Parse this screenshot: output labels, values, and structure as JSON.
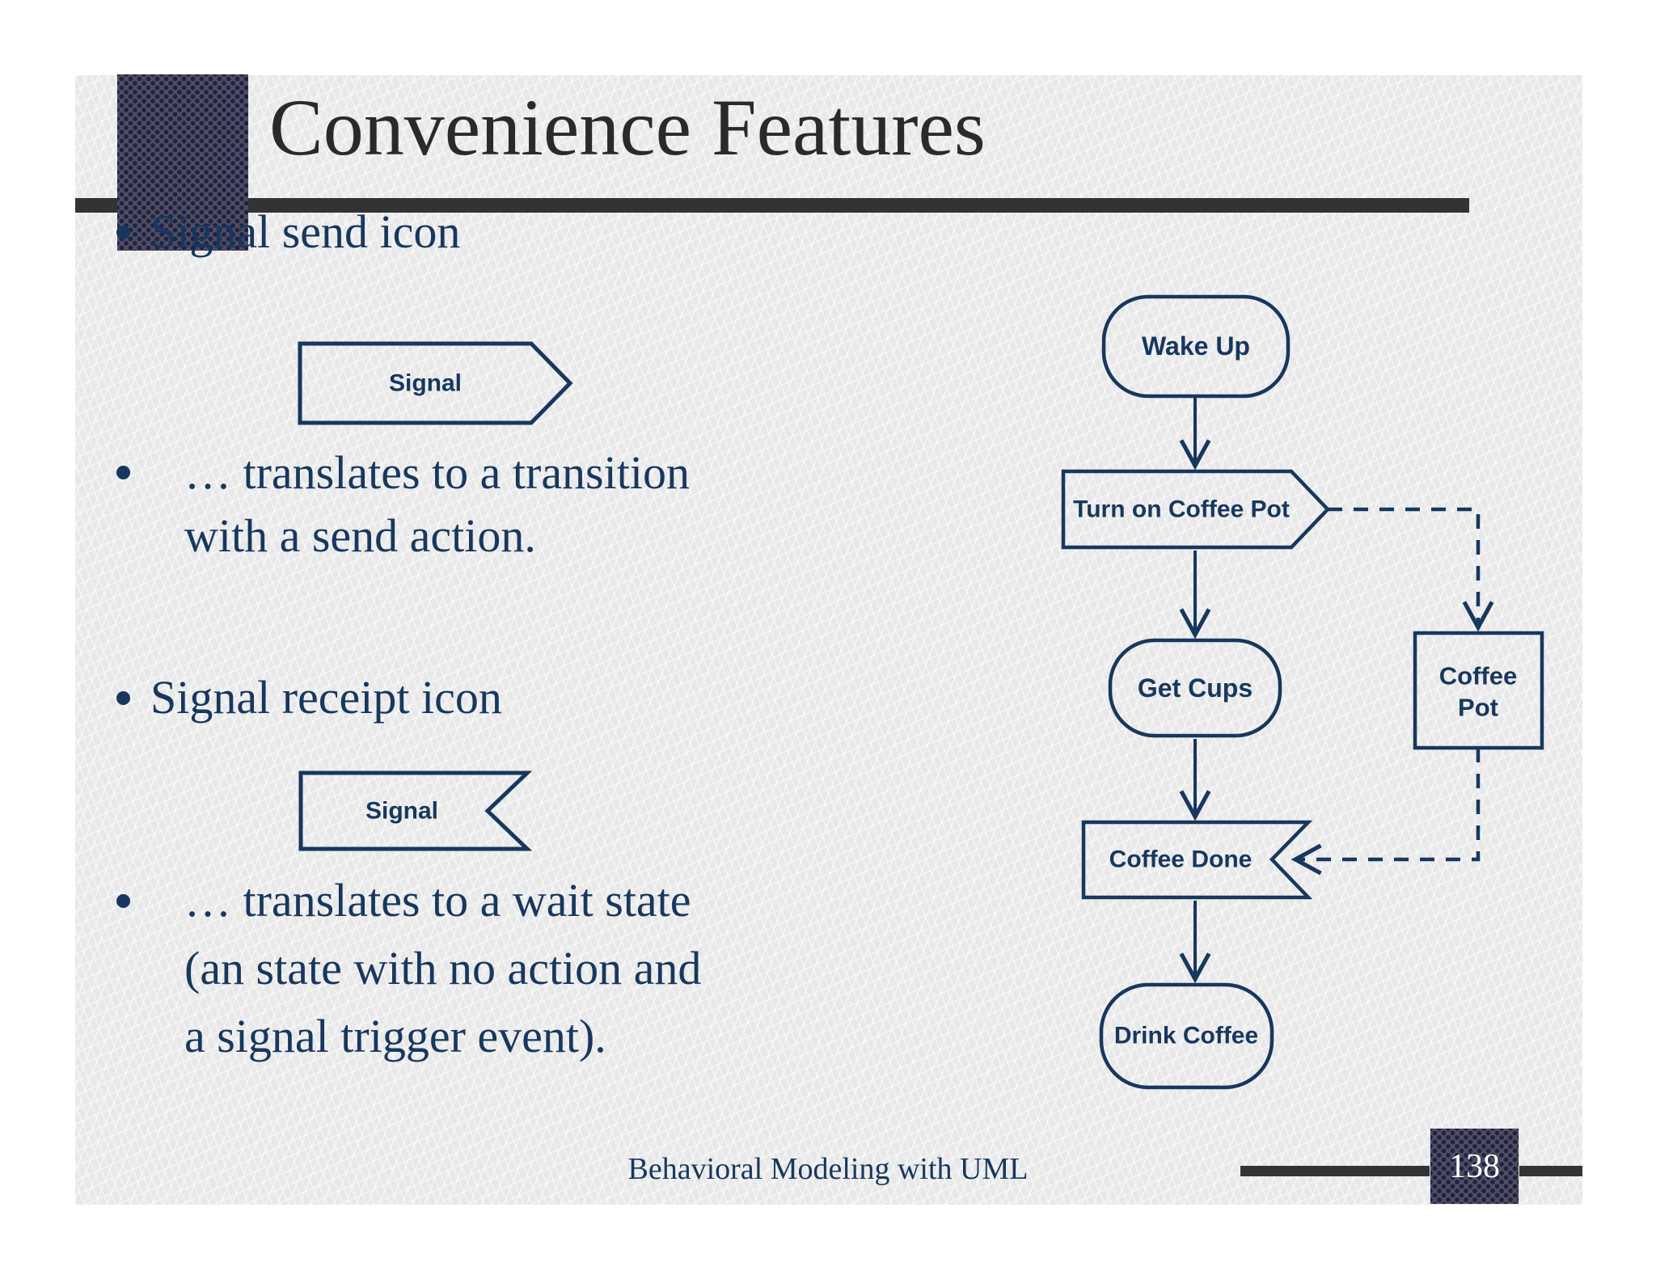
{
  "slide": {
    "title": "Convenience Features",
    "bullets": [
      {
        "lines": [
          "Signal send icon"
        ]
      },
      {
        "lines": [
          "… translates to a transition",
          "with a send action."
        ]
      },
      {
        "lines": [
          "Signal receipt icon"
        ]
      },
      {
        "lines": [
          "… translates to a wait state",
          "(an state with no action and",
          "a signal trigger event)."
        ]
      }
    ],
    "send_icon": {
      "label": "Signal"
    },
    "receipt_icon": {
      "label": "Signal"
    }
  },
  "diagram": {
    "wake_up": "Wake Up",
    "turn_on_coffee_pot": "Turn on Coffee Pot",
    "get_cups": "Get Cups",
    "coffee_pot": {
      "line1": "Coffee",
      "line2": "Pot"
    },
    "coffee_done": "Coffee Done",
    "drink_coffee": "Drink Coffee"
  },
  "footer": {
    "text": "Behavioral Modeling with UML",
    "page_number": "138"
  },
  "colors": {
    "navy": "#17375e",
    "charcoal_bar": "#333333",
    "slide_background": "#e8e8e8",
    "page_number_text": "#ffffff"
  }
}
